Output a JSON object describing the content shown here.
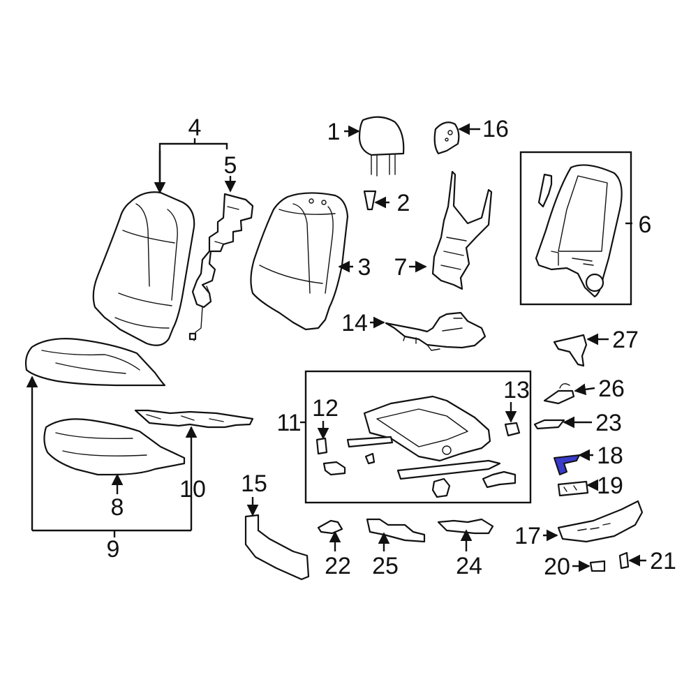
{
  "diagram": {
    "accent_color": "#3a3acb",
    "highlighted_part": "18",
    "callouts": [
      {
        "id": "c1",
        "label": "1"
      },
      {
        "id": "c2",
        "label": "2"
      },
      {
        "id": "c3",
        "label": "3"
      },
      {
        "id": "c4",
        "label": "4"
      },
      {
        "id": "c5",
        "label": "5"
      },
      {
        "id": "c6",
        "label": "6"
      },
      {
        "id": "c7",
        "label": "7"
      },
      {
        "id": "c8",
        "label": "8"
      },
      {
        "id": "c9",
        "label": "9"
      },
      {
        "id": "c10",
        "label": "10"
      },
      {
        "id": "c11",
        "label": "11"
      },
      {
        "id": "c12",
        "label": "12"
      },
      {
        "id": "c13",
        "label": "13"
      },
      {
        "id": "c14",
        "label": "14"
      },
      {
        "id": "c15",
        "label": "15"
      },
      {
        "id": "c16",
        "label": "16"
      },
      {
        "id": "c17",
        "label": "17"
      },
      {
        "id": "c18",
        "label": "18"
      },
      {
        "id": "c19",
        "label": "19"
      },
      {
        "id": "c20",
        "label": "20"
      },
      {
        "id": "c21",
        "label": "21"
      },
      {
        "id": "c22",
        "label": "22"
      },
      {
        "id": "c23",
        "label": "23"
      },
      {
        "id": "c24",
        "label": "24"
      },
      {
        "id": "c25",
        "label": "25"
      },
      {
        "id": "c26",
        "label": "26"
      },
      {
        "id": "c27",
        "label": "27"
      }
    ]
  }
}
